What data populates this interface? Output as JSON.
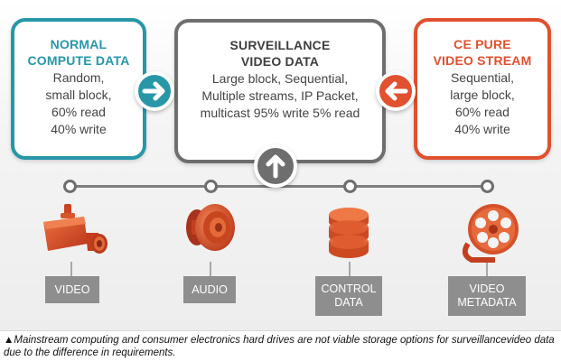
{
  "boxes": {
    "normal": {
      "title": "NORMAL\nCOMPUTE DATA",
      "lines": [
        "Random,",
        "small block,",
        "60% read",
        "40% write"
      ],
      "color": "#2797a8"
    },
    "surveillance": {
      "title": "SURVEILLANCE\nVIDEO DATA",
      "lines": [
        "Large block, Sequential,",
        "Multiple streams, IP Packet,",
        "multicast 95% write 5% read"
      ],
      "color": "#6e6e6e"
    },
    "ce": {
      "title": "CE PURE\nVIDEO STREAM",
      "lines": [
        "Sequential,",
        "large block,",
        "60% read",
        "40% write"
      ],
      "color": "#e1502f"
    }
  },
  "icons": [
    "arrow-right-icon",
    "arrow-left-icon",
    "arrow-up-icon",
    "video-camera-icon",
    "speaker-icon",
    "database-icon",
    "film-reel-icon"
  ],
  "labels": {
    "video": "VIDEO",
    "audio": "AUDIO",
    "control_data": "CONTROL\nDATA",
    "video_metadata": "VIDEO\nMETADATA"
  },
  "caption": "▲Mainstream computing and consumer electronics hard drives are not viable storage options for surveillancevideo data due to the difference in requirements."
}
